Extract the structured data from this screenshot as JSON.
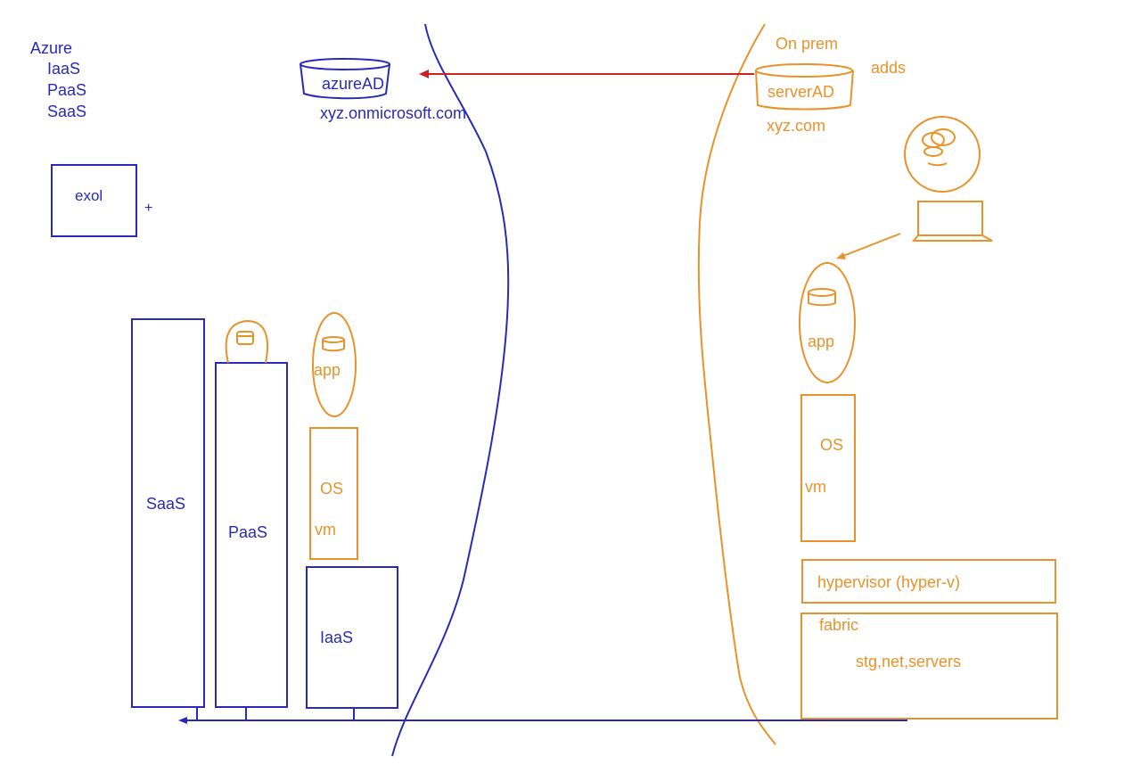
{
  "colors": {
    "azure": "#2a2ab8",
    "onprem": "#e8922a",
    "sync_arrow": "#cc2222"
  },
  "azure": {
    "heading": "Azure",
    "models": [
      "IaaS",
      "PaaS",
      "SaaS"
    ],
    "exol_box": "exol",
    "plus_sign": "+",
    "directory": {
      "label": "azureAD",
      "domain": "xyz.onmicrosoft.com"
    },
    "stack": {
      "saas": "SaaS",
      "paas": "PaaS",
      "app": "app",
      "os": "OS",
      "vm": "vm",
      "iaas": "IaaS"
    }
  },
  "onprem": {
    "heading": "On prem",
    "adds": "adds",
    "directory": {
      "label": "serverAD",
      "domain": "xyz.com"
    },
    "app": "app",
    "os": "OS",
    "vm": "vm",
    "hypervisor": "hypervisor (hyper-v)",
    "fabric": "fabric",
    "fabric_detail": "stg,net,servers"
  }
}
